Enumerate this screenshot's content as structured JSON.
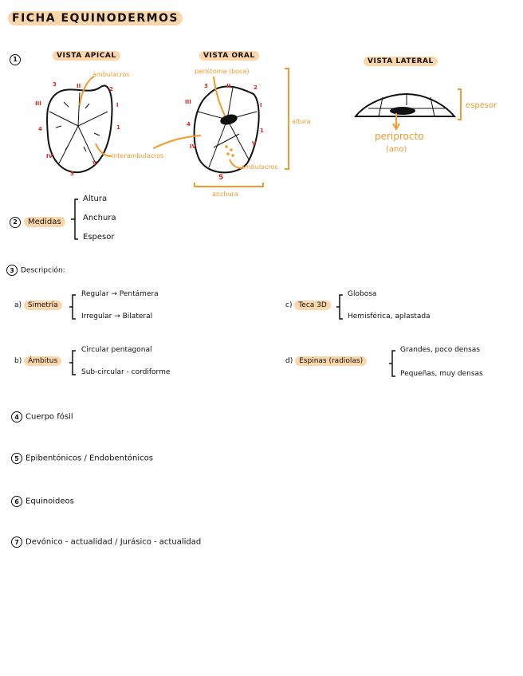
{
  "title": "FICHA EQUINODERMOS",
  "section1": {
    "number": "1",
    "views": {
      "apical": {
        "label": "VISTA APICAL",
        "ambulacros": "ambulacros",
        "interambulacros": "interambulacros",
        "roman": [
          "I",
          "II",
          "III",
          "IV",
          "V"
        ],
        "arabic": [
          "1",
          "2",
          "3",
          "4",
          "5"
        ]
      },
      "oral": {
        "label": "VISTA ORAL",
        "peristoma": "peristoma (boca)",
        "ambulacros": "ambulacros",
        "altura": "altura",
        "anchura": "anchura",
        "roman": [
          "I",
          "II",
          "III",
          "IV",
          "V"
        ],
        "arabic": [
          "1",
          "2",
          "3",
          "4",
          "5"
        ]
      },
      "lateral": {
        "label": "VISTA LATERAL",
        "espesor": "espesor",
        "periprocto": "periprocto",
        "ano": "(ano)"
      }
    }
  },
  "section2": {
    "number": "2",
    "label": "Medidas",
    "items": [
      "Altura",
      "Anchura",
      "Espesor"
    ]
  },
  "section3": {
    "number": "3",
    "label": "Descripción:",
    "a": {
      "prefix": "a)",
      "label": "Simetría",
      "items": [
        "Regular → Pentámera",
        "Irregular → Bilateral"
      ]
    },
    "b": {
      "prefix": "b)",
      "label": "Ámbitus",
      "items": [
        "Circular pentagonal",
        "Sub-circular - cordiforme"
      ]
    },
    "c": {
      "prefix": "c)",
      "label": "Teca 3D",
      "items": [
        "Globosa",
        "Hemisférica, aplastada"
      ]
    },
    "d": {
      "prefix": "d)",
      "label": "Espinas (radiolas)",
      "items": [
        "Grandes, poco densas",
        "Pequeñas, muy densas"
      ]
    }
  },
  "section4": {
    "number": "4",
    "text": "Cuerpo fósil"
  },
  "section5": {
    "number": "5",
    "text": "Epibentónicos / Endobentónicos"
  },
  "section6": {
    "number": "6",
    "text": "Equinoideos"
  },
  "section7": {
    "number": "7",
    "text": "Devónico - actualidad / Jurásico - actualidad"
  },
  "colors": {
    "accent": "#f39a2c",
    "highlight": "#fcd6ab",
    "numbers": "#e2241c"
  }
}
